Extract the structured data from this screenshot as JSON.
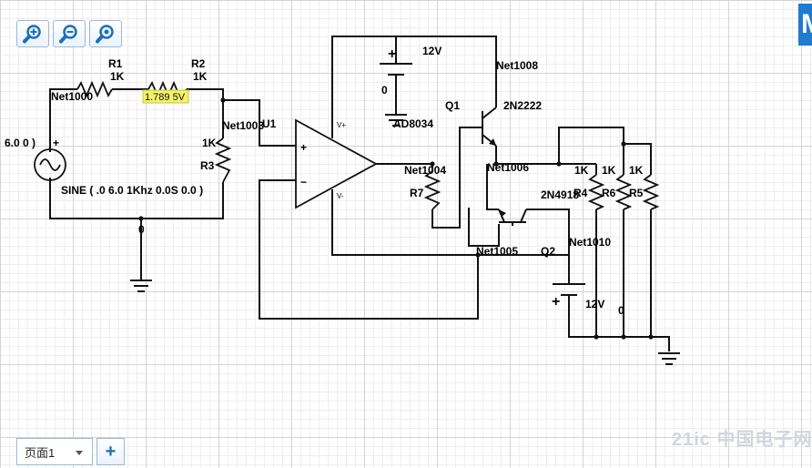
{
  "toolbar": {
    "zoom_in_icon": "zoom-in-icon",
    "zoom_out_icon": "zoom-out-icon",
    "zoom_fit_icon": "zoom-fit-icon"
  },
  "components": {
    "R1": {
      "ref": "R1",
      "value": "1K"
    },
    "R2": {
      "ref": "R2",
      "value": "1K"
    },
    "R3": {
      "ref": "R3",
      "value": "1K"
    },
    "R4": {
      "ref": "R4",
      "value": "1K"
    },
    "R5": {
      "ref": "R5",
      "value": "1K"
    },
    "R6": {
      "ref": "R6",
      "value": "1K"
    },
    "R7": {
      "ref": "R7"
    },
    "U1": {
      "ref": "U1",
      "model": "AD8034",
      "pin_vplus": "V+",
      "pin_vminus": "V-",
      "in_plus": "+",
      "in_minus": "−"
    },
    "Q1": {
      "ref": "Q1",
      "model": "2N2222"
    },
    "Q2": {
      "ref": "Q2",
      "model": "2N4918"
    },
    "source": {
      "label": "6.0 0 )",
      "param": "SINE ( .0 6.0 1Khz 0.0S 0.0 )",
      "polarity": "+"
    },
    "battery_top": {
      "voltage": "12V",
      "ground_label": "0",
      "polarity": "+"
    },
    "battery_bottom": {
      "voltage": "12V",
      "polarity": "+"
    },
    "ground_mid_label": "0",
    "ground_right_label": "0"
  },
  "nets": {
    "n1000": "Net1000",
    "n1003": "Net1003",
    "n1004": "Net1004",
    "n1005": "Net1005",
    "n1006": "Net1006",
    "n1008": "Net1008",
    "n1010": "Net1010"
  },
  "probe": {
    "value": "1.789 5V"
  },
  "footer": {
    "page_label": "页面1",
    "add_label": "+"
  },
  "branding": {
    "corner_logo": "M",
    "watermark": "21ic 中国电子网"
  },
  "colors": {
    "probe_bg": "#f4f26a",
    "button_border": "#9ab8d4",
    "accent": "#1e6fb8"
  }
}
